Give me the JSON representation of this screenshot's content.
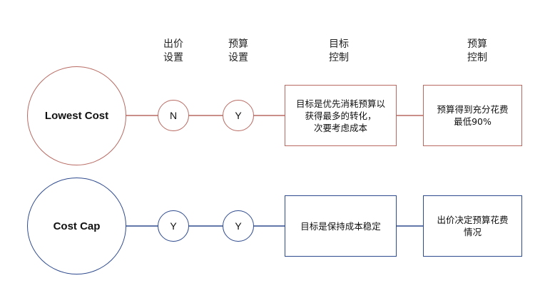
{
  "headers": {
    "bid_setting": [
      "出价",
      "设置"
    ],
    "budget_setting": [
      "预算",
      "设置"
    ],
    "goal_control": [
      "目标",
      "控制"
    ],
    "budget_control": [
      "预算",
      "控制"
    ]
  },
  "rows": [
    {
      "name": "Lowest Cost",
      "bid_setting": "N",
      "budget_setting": "Y",
      "goal_control": "目标是优先消耗预算以\n获得最多的转化，\n次要考虑成本",
      "budget_control": "预算得到充分花费\n最低90%",
      "color": "#b86a62"
    },
    {
      "name": "Cost Cap",
      "bid_setting": "Y",
      "budget_setting": "Y",
      "goal_control": "目标是保持成本稳定",
      "budget_control": "出价决定预算花费\n情况",
      "color": "#2e4a8e"
    }
  ]
}
